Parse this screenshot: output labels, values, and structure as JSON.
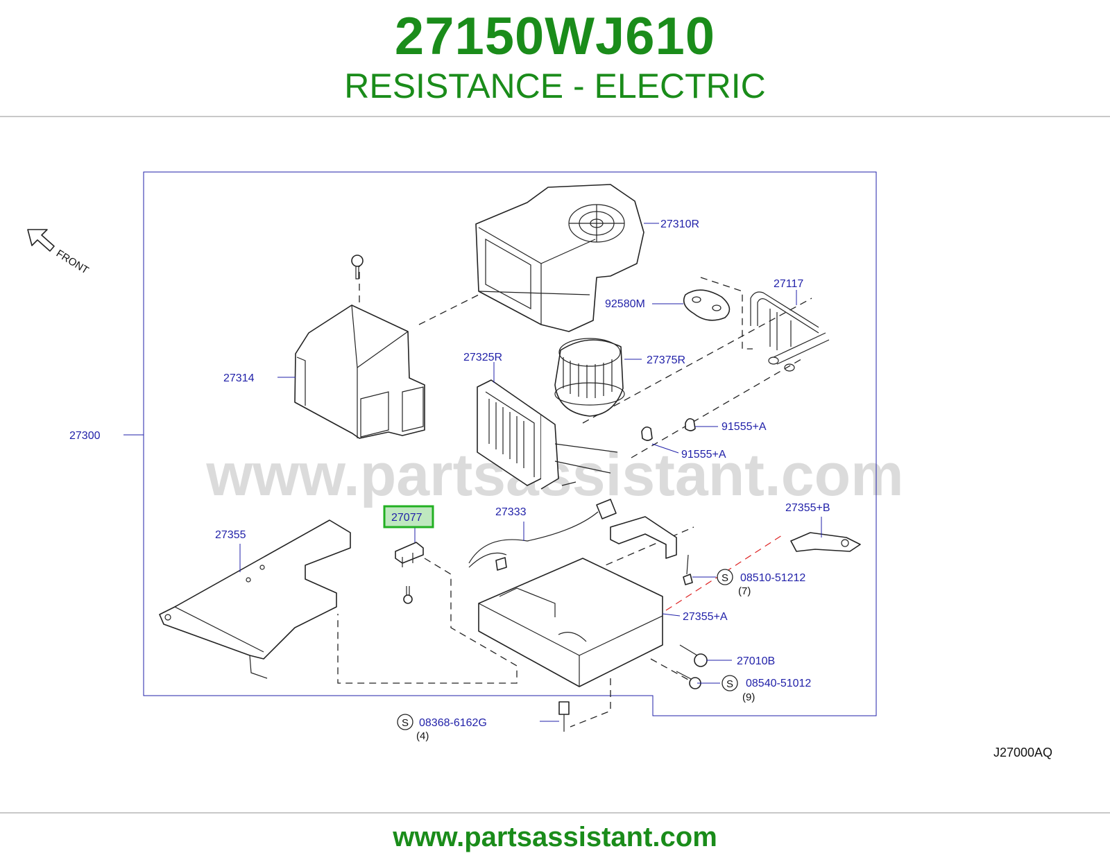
{
  "header": {
    "part_number": "27150WJ610",
    "part_name": "RESISTANCE - ELECTRIC"
  },
  "diagram": {
    "front_label": "FRONT",
    "watermark": "www.partsassistant.com",
    "diagram_code": "J27000AQ",
    "highlighted_part": "27077",
    "highlight_color": "#22b022",
    "highlight_fill": "#bfe8bf",
    "callouts": {
      "c27310R": "27310R",
      "c27117": "27117",
      "c92580M": "92580M",
      "c27314": "27314",
      "c27325R": "27325R",
      "c27375R": "27375R",
      "c27300": "27300",
      "c91555A1": "91555+A",
      "c91555A2": "91555+A",
      "c27077": "27077",
      "c27333": "27333",
      "c27355B": "27355+B",
      "c27355": "27355",
      "c08510": "08510-51212",
      "c27355A": "27355+A",
      "c27010B": "27010B",
      "c08540": "08540-51012",
      "c08368": "08368-6162G"
    },
    "quantities": {
      "q08510": "(7)",
      "q08540": "(9)",
      "q08368": "(4)"
    },
    "standard_symbol": "S"
  },
  "footer": {
    "url": "www.partsassistant.com"
  },
  "colors": {
    "brand_green": "#1a8c1a",
    "callout_blue": "#1f1fa8"
  }
}
